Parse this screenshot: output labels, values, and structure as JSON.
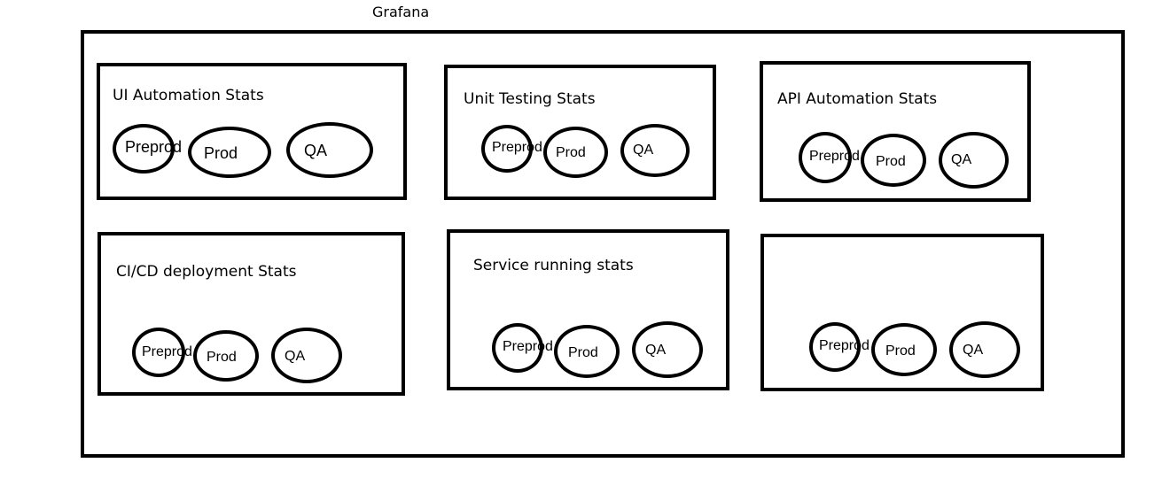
{
  "page": {
    "title": "Grafana"
  },
  "panels": [
    {
      "title": "UI Automation Stats",
      "environments": [
        "Preprod",
        "Prod",
        "QA"
      ]
    },
    {
      "title": "Unit Testing Stats",
      "environments": [
        "Preprod",
        "Prod",
        "QA"
      ]
    },
    {
      "title": "API Automation Stats",
      "environments": [
        "Preprod",
        "Prod",
        "QA"
      ]
    },
    {
      "title": "CI/CD deployment Stats",
      "environments": [
        "Preprod",
        "Prod",
        "QA"
      ]
    },
    {
      "title": "Service running stats",
      "environments": [
        "Preprod",
        "Prod",
        "QA"
      ]
    },
    {
      "title": "",
      "environments": [
        "Preprod",
        "Prod",
        "QA"
      ]
    }
  ]
}
